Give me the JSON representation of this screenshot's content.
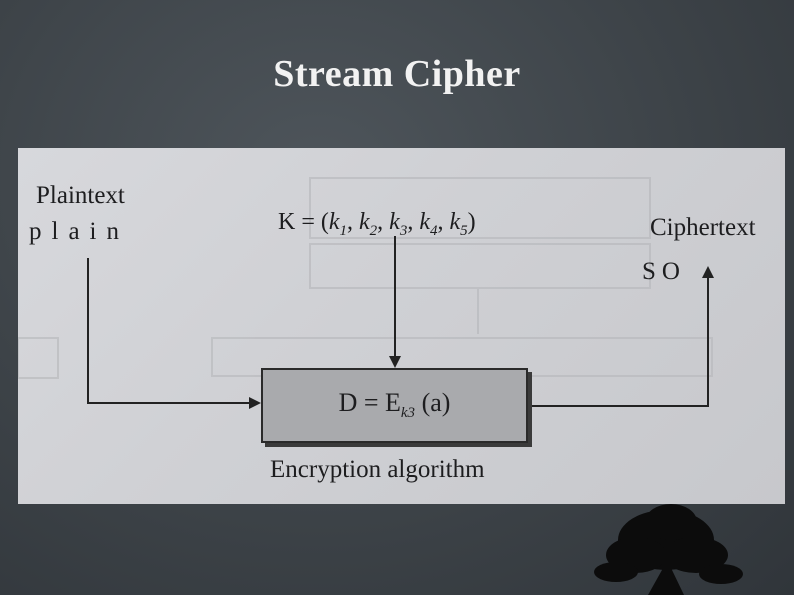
{
  "slide": {
    "title": "Stream Cipher"
  },
  "diagram": {
    "plaintext_label": "Plaintext",
    "plaintext_word": "plain",
    "key_label": "K = (",
    "key_parts": [
      "k1",
      "k2",
      "k3",
      "k4",
      "k5"
    ],
    "ciphertext_label": "Ciphertext",
    "ciphertext_word": "SO",
    "algorithm_formula": "D = Ek3 (a)",
    "algorithm_caption": "Encryption algorithm"
  },
  "colors": {
    "background": "#3d4348",
    "photo": "#d2d3d7",
    "box": "#a9aaad",
    "ink": "#1d1d1f"
  }
}
